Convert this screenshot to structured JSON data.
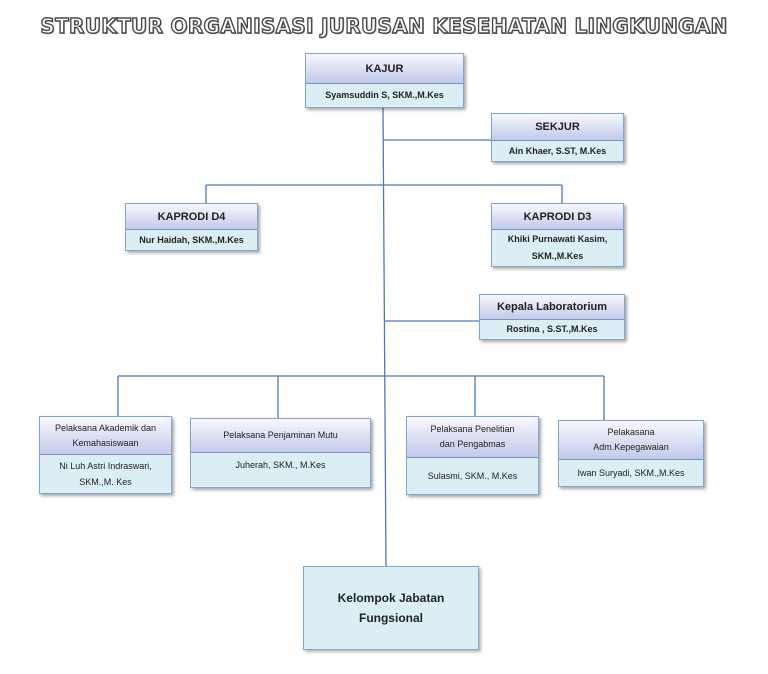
{
  "title": "STRUKTUR ORGANISASI JURUSAN KESEHATAN LINGKUNGAN",
  "colors": {
    "box_fill": "#daeef3",
    "header_fill": "#c9cdee",
    "line": "#4a7ab5"
  },
  "kajur": {
    "title": "KAJUR",
    "name": "Syamsuddin S, SKM.,M.Kes"
  },
  "sekjur": {
    "title": "SEKJUR",
    "name": "Ain Khaer, S.ST, M.Kes"
  },
  "kaprodi_d4": {
    "title": "KAPRODI D4",
    "name": "Nur Haidah, SKM.,M.Kes"
  },
  "kaprodi_d3": {
    "title": "KAPRODI D3",
    "name": "Khiki Purnawati Kasim,\nSKM.,M.Kes"
  },
  "kepala_lab": {
    "title": "Kepala Laboratorium",
    "name": "Rostina , S.ST.,M.Kes"
  },
  "pelaksana": [
    {
      "title": "Pelaksana Akademik dan\nKemahasiswaan",
      "name": "Ni Luh Astri Indraswari,\nSKM.,M. Kes"
    },
    {
      "title": "Pelaksana Penjaminan Mutu",
      "name": "Juherah, SKM., M.Kes"
    },
    {
      "title": "Pelaksana Penelitian\ndan Pengabmas",
      "name": "Sulasmi, SKM., M.Kes"
    },
    {
      "title": "Pelakasana\nAdm.Kepegawaian",
      "name": "Iwan Suryadi, SKM.,M.Kes"
    }
  ],
  "fungsional": {
    "label": "Kelompok Jabatan\nFungsional"
  }
}
